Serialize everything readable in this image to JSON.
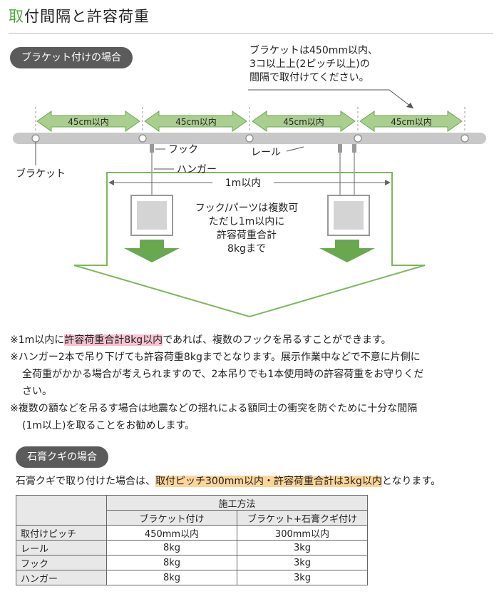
{
  "title": {
    "first_char": "取",
    "rest": "付間隔と許容荷重"
  },
  "section1": {
    "pill": "ブラケット付けの場合",
    "callout": [
      "ブラケットは450mm以内、",
      "3コ以上上(2ピッチ以上)の",
      "間隔で取付けてください。"
    ],
    "span_labels": [
      "45cm以内",
      "45cm以内",
      "45cm以内",
      "45cm以内"
    ],
    "label_bracket": "ブラケット",
    "label_hook": "フック",
    "label_hanger": "ハンガー",
    "label_rail": "レール",
    "label_1m": "1m以内",
    "center_note": [
      "フック/パーツは複数可",
      "ただし1m以内に",
      "許容荷重合計",
      "8kgまで"
    ]
  },
  "notes": {
    "n1_pre": "※1m以内に",
    "n1_hl": "許容荷重合計8kg以内",
    "n1_post": "であれば、複数のフックを吊るすことができます。",
    "n2_l1": "※ハンガー2本で吊り下げても許容荷重8kgまでとなります。展示作業中などで不意に片側に",
    "n2_l2": "全荷重がかかる場合が考えられますので、2本吊りでも1本使用時の許容荷重をお守りくだ",
    "n2_l3": "さい。",
    "n3_l1": "※複数の額などを吊るす場合は地震などの揺れによる額同士の衝突を防ぐために十分な間隔",
    "n3_l2": "(1m以上)を取ることをお勧めします。"
  },
  "section2": {
    "pill": "石膏クギの場合",
    "line_pre": "石膏クギで取り付けた場合は、",
    "line_hl": "取付ピッチ300mm以内・許容荷重合計は3kg以内",
    "line_post": "となります。"
  },
  "table": {
    "group_header": "施工方法",
    "col1": "ブラケット付け",
    "col2": "ブラケット+石膏クギ付け",
    "rows": [
      {
        "label": "取付けピッチ",
        "v1": "450mm以内",
        "v2": "300mm以内"
      },
      {
        "label": "レール",
        "v1": "8kg",
        "v2": "3kg"
      },
      {
        "label": "フック",
        "v1": "8kg",
        "v2": "3kg"
      },
      {
        "label": "ハンガー",
        "v1": "8kg",
        "v2": "3kg"
      }
    ]
  },
  "colors": {
    "accent_green": "#4aa83a",
    "arrow_fill": "#a9cf8f",
    "arrow_stroke": "#6aa84f",
    "pink_highlight": "#f7c3d2",
    "orange_highlight": "#fbd59a",
    "pill_bg": "#5b5b5b"
  }
}
